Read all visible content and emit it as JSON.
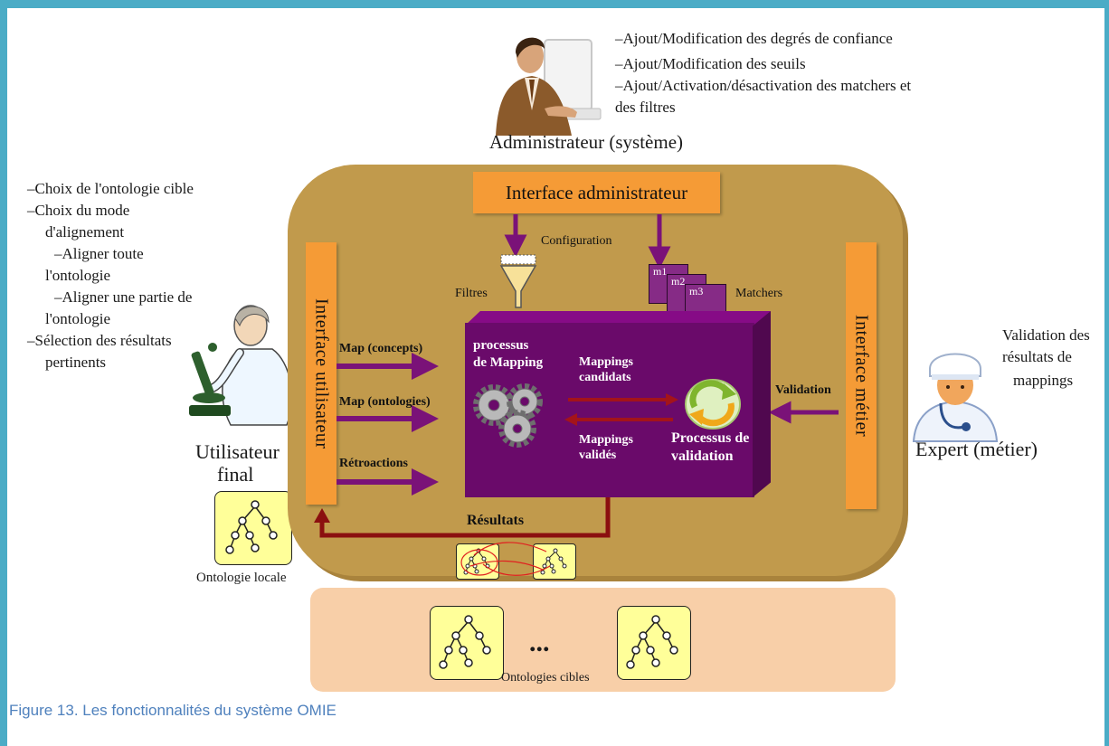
{
  "admin": {
    "label": "Administrateur (système)",
    "bullets": [
      "–Ajout/Modification des degrés de confiance",
      "–Ajout/Modification des seuils",
      "–Ajout/Activation/désactivation des matchers et",
      "des filtres"
    ]
  },
  "user": {
    "bullets": [
      "–Choix de l'ontologie cible",
      "–Choix du mode",
      "d'alignement",
      "–Aligner toute",
      "l'ontologie",
      "–Aligner une partie de",
      "l'ontologie",
      "–Sélection des  résultats",
      "pertinents"
    ],
    "label_line1": "Utilisateur",
    "label_line2": "final",
    "local_ontology": "Ontologie locale"
  },
  "expert": {
    "validation_text": [
      "Validation des",
      "résultats de",
      "mappings"
    ],
    "label": "Expert (métier)"
  },
  "interfaces": {
    "admin": "Interface administrateur",
    "user": "Interface utilisateur",
    "business": "Interface métier"
  },
  "labels": {
    "configuration": "Configuration",
    "filters": "Filtres",
    "matchers": "Matchers",
    "matcher_tabs": [
      "m1",
      "m2",
      "m3"
    ],
    "map_concepts": "Map (concepts)",
    "map_ontologies": "Map (ontologies)",
    "feedback": "Rétroactions",
    "validation": "Validation",
    "results": "Résultats"
  },
  "process": {
    "mapping_line1": "processus",
    "mapping_line2": "de Mapping",
    "candidates_line1": "Mappings",
    "candidates_line2": "candidats",
    "validated_line1": "Mappings",
    "validated_line2": "validés",
    "validation_line1": "Processus de",
    "validation_line2": "validation"
  },
  "targets": {
    "ellipsis": "...",
    "label": "Ontologies cibles"
  },
  "caption": "Figure 13. Les fonctionnalités du système OMIE",
  "colors": {
    "frame": "#4bacc6",
    "container": "#c19a4c",
    "interface": "#f59b36",
    "process": "#6a0a6a",
    "arrow": "#7a1278",
    "result_arrow": "#8b0f0f",
    "tree": "#ffff99",
    "targets_bg": "#f8cfa8",
    "caption": "#4f81bd"
  }
}
